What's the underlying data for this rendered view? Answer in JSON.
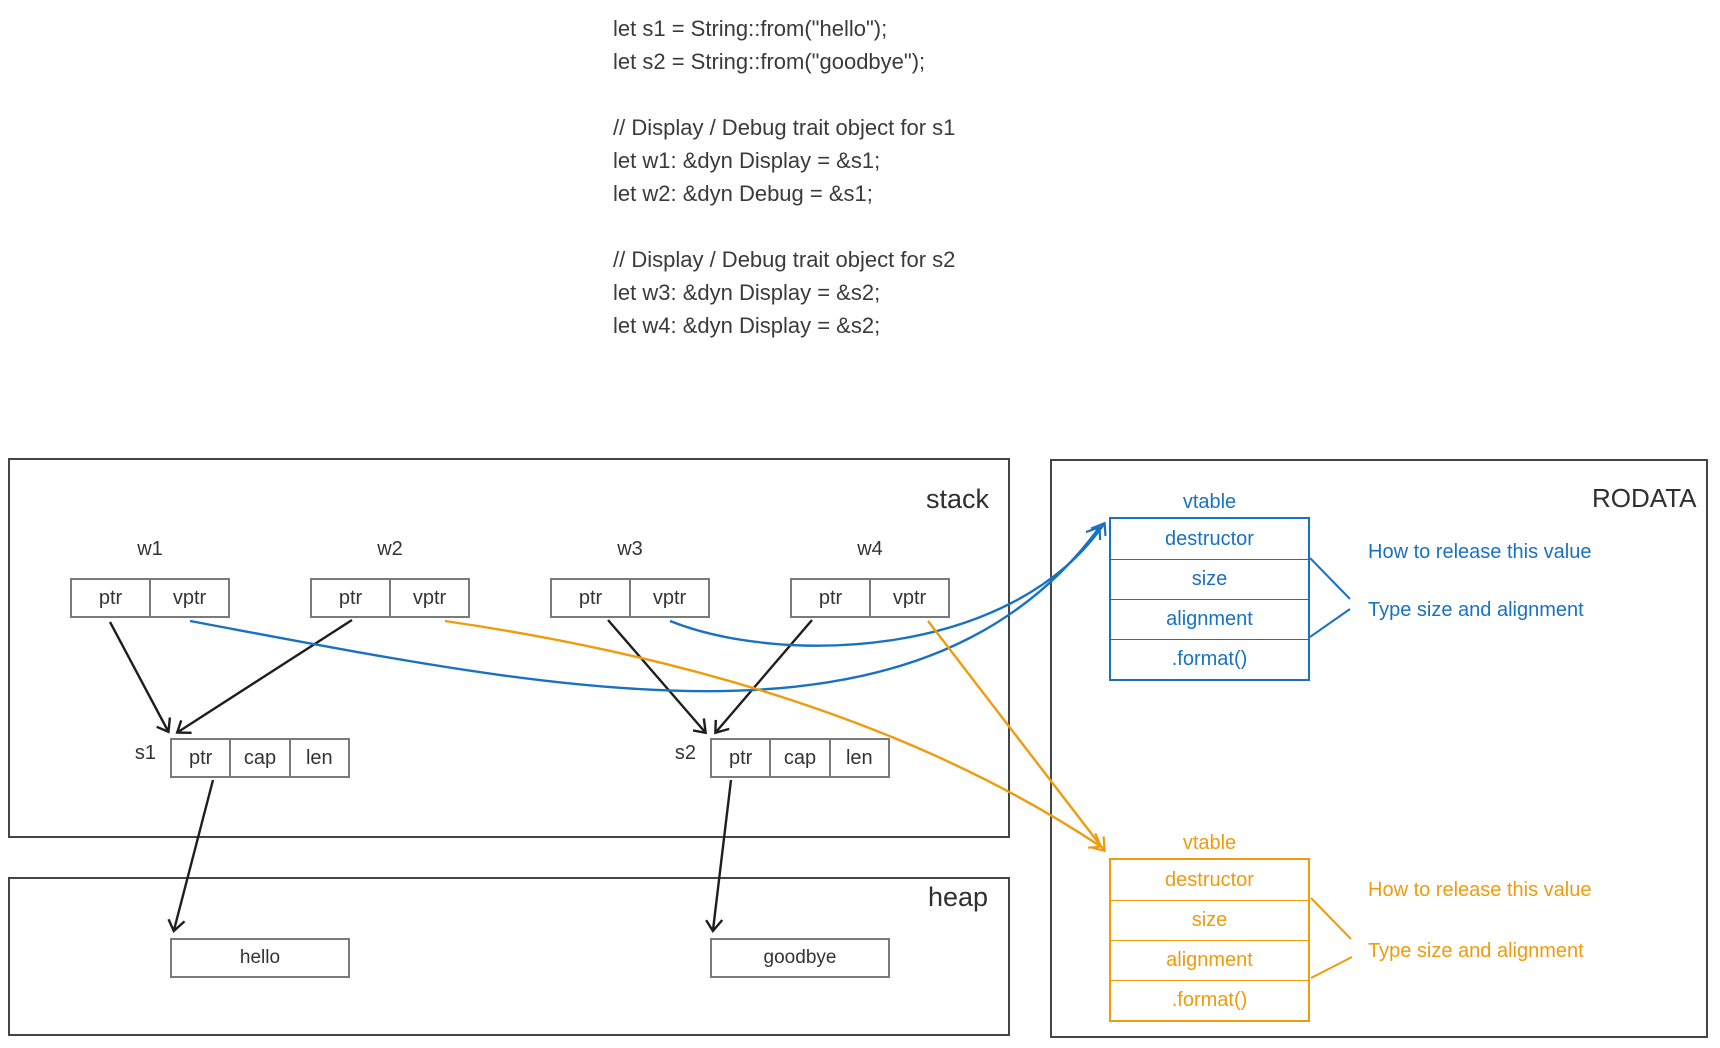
{
  "code": {
    "lines": [
      "let s1 = String::from(\"hello\");",
      "let s2 = String::from(\"goodbye\");",
      "",
      "// Display / Debug trait object for s1",
      "let w1: &dyn Display = &s1;",
      "let w2: &dyn Debug = &s1;",
      "",
      "// Display / Debug trait object for s2",
      "let w3: &dyn Display = &s2;",
      "let w4: &dyn Display = &s2;"
    ]
  },
  "regions": {
    "stack": "stack",
    "heap": "heap",
    "rodata": "RODATA"
  },
  "trait_objects": [
    {
      "name": "w1",
      "cells": [
        "ptr",
        "vptr"
      ]
    },
    {
      "name": "w2",
      "cells": [
        "ptr",
        "vptr"
      ]
    },
    {
      "name": "w3",
      "cells": [
        "ptr",
        "vptr"
      ]
    },
    {
      "name": "w4",
      "cells": [
        "ptr",
        "vptr"
      ]
    }
  ],
  "strings": [
    {
      "name": "s1",
      "cells": [
        "ptr",
        "cap",
        "len"
      ],
      "heap_value": "hello"
    },
    {
      "name": "s2",
      "cells": [
        "ptr",
        "cap",
        "len"
      ],
      "heap_value": "goodbye"
    }
  ],
  "vtables": [
    {
      "title": "vtable",
      "rows": [
        "destructor",
        "size",
        "alignment",
        ".format()"
      ],
      "annotations": [
        "How to release this value",
        "Type size and alignment"
      ],
      "color": "#1971c2"
    },
    {
      "title": "vtable",
      "rows": [
        "destructor",
        "size",
        "alignment",
        ".format()"
      ],
      "annotations": [
        "How to release this value",
        "Type size and alignment"
      ],
      "color": "#ef9b0d"
    }
  ],
  "colors": {
    "blue": "#1971c2",
    "orange": "#ef9b0d",
    "arrow_black": "#1e1e1e"
  }
}
